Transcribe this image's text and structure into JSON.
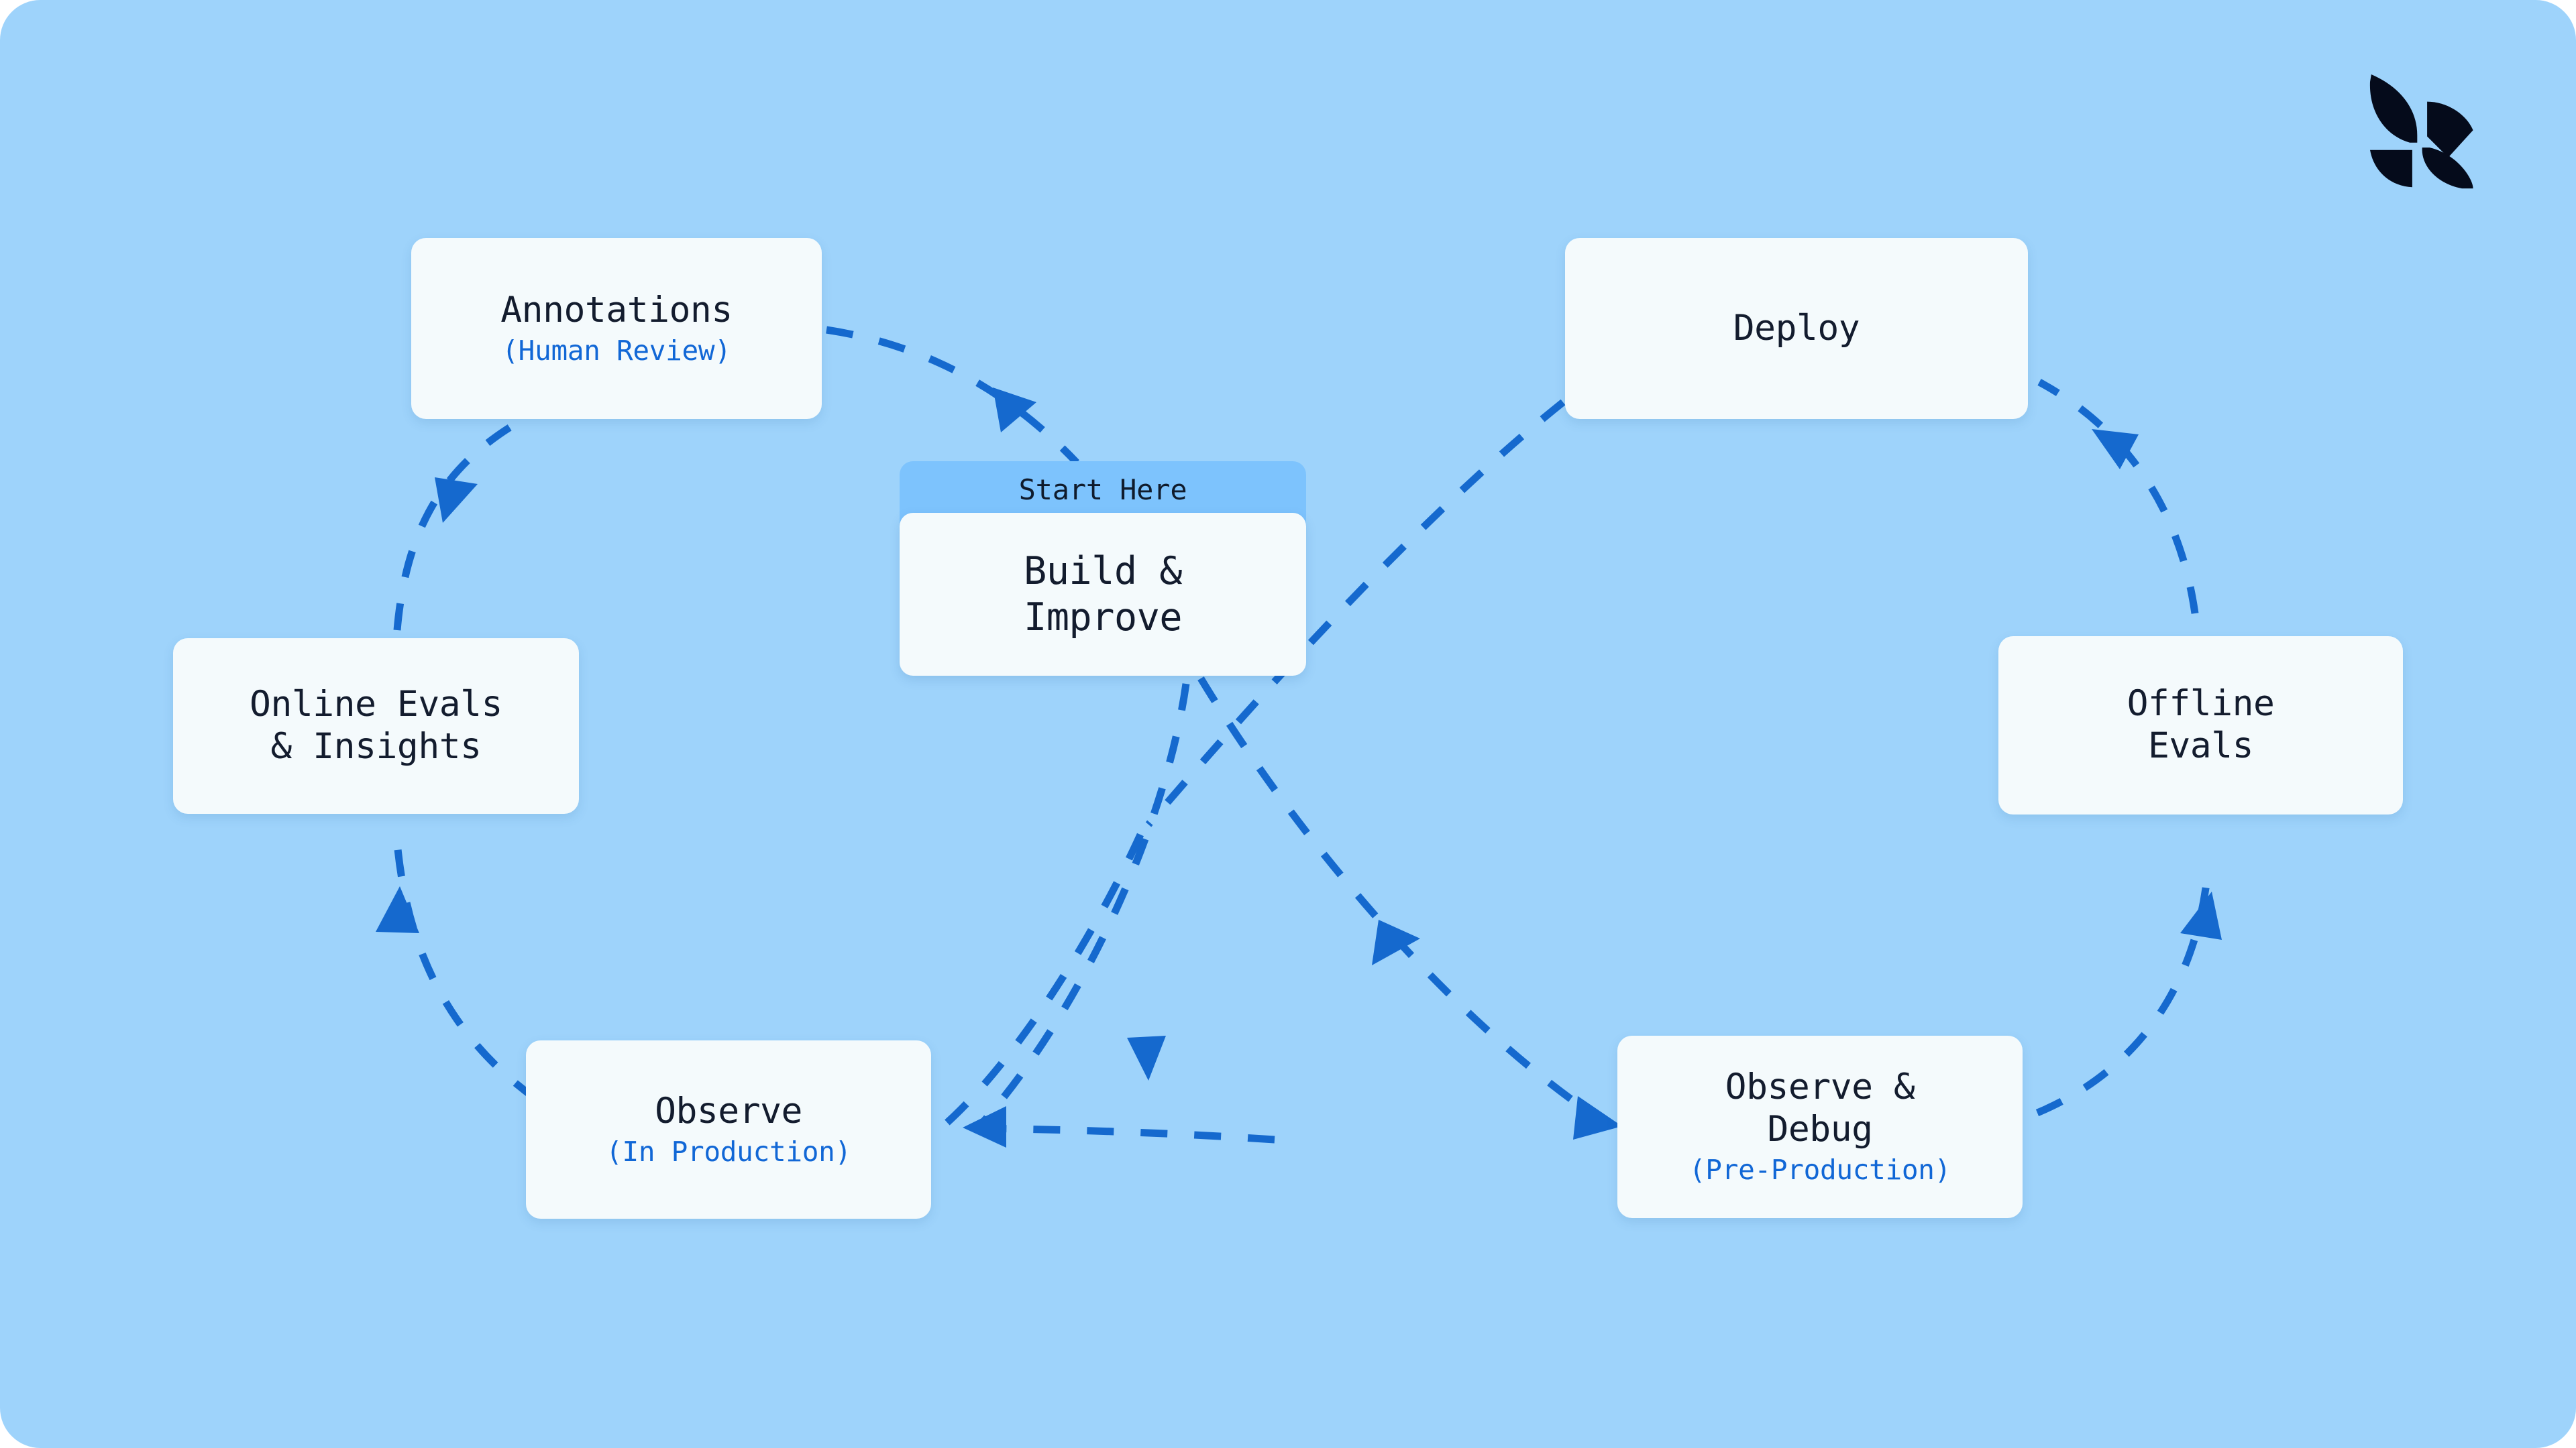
{
  "theme": {
    "background": "#9ed3fb",
    "card_fill": "#f4fafc",
    "title_color": "#131c2e",
    "subtitle_color": "#1167d6",
    "arrow_color": "#1569ce",
    "start_band_fill": "#7dc3fd",
    "logo_color": "#050b1b"
  },
  "logo": {
    "name": "arize-phoenix-logo"
  },
  "start_card": {
    "badge_label": "Start Here",
    "title": "Build &\nImprove"
  },
  "nodes": [
    {
      "id": "annotations",
      "title": "Annotations",
      "subtitle": "(Human Review)"
    },
    {
      "id": "online-evals",
      "title": "Online Evals\n& Insights",
      "subtitle": ""
    },
    {
      "id": "observe-production",
      "title": "Observe",
      "subtitle": "(In Production)"
    },
    {
      "id": "deploy",
      "title": "Deploy",
      "subtitle": ""
    },
    {
      "id": "offline-evals",
      "title": "Offline\nEvals",
      "subtitle": ""
    },
    {
      "id": "observe-debug",
      "title": "Observe &\nDebug",
      "subtitle": "(Pre-Production)"
    }
  ],
  "flows": {
    "left_loop": [
      "Build & Improve",
      "Observe (In Production)",
      "Online Evals & Insights",
      "Annotations",
      "Build & Improve"
    ],
    "right_loop": [
      "Build & Improve",
      "Observe & Debug (Pre-Production)",
      "Offline Evals",
      "Deploy",
      "Build & Improve"
    ]
  }
}
